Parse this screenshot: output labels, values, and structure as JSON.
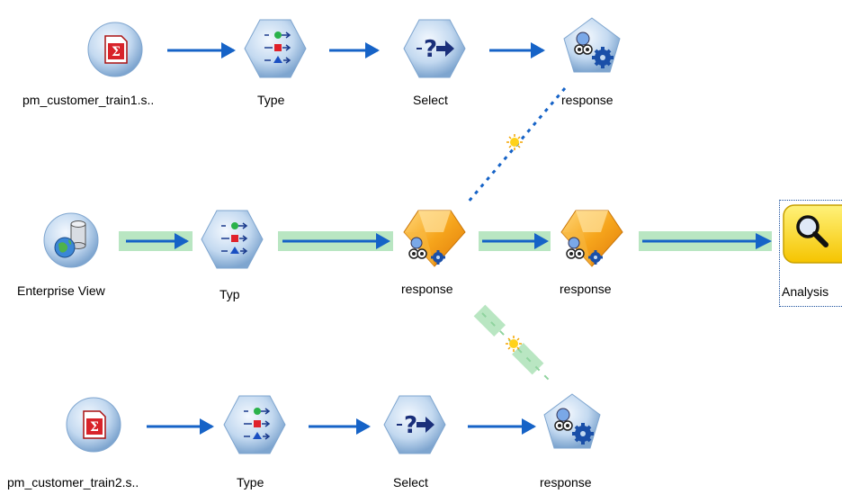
{
  "nodes": {
    "source1": {
      "label": "pm_customer_train1.s.."
    },
    "type1": {
      "label": "Type"
    },
    "select1": {
      "label": "Select"
    },
    "model1": {
      "label": "response"
    },
    "enterprise": {
      "label": "Enterprise View"
    },
    "type_mid": {
      "label": "Typ"
    },
    "nugget1": {
      "label": "response"
    },
    "nugget2": {
      "label": "response"
    },
    "analysis": {
      "label": "Analysis"
    },
    "source2": {
      "label": "pm_customer_train2.s.."
    },
    "type2": {
      "label": "Type"
    },
    "select2": {
      "label": "Select"
    },
    "model2": {
      "label": "response"
    }
  },
  "colors": {
    "arrow": "#1663c7",
    "stream_highlight": "#b9e6c2",
    "node_disc": "#b9d4ef",
    "nugget": "#f4a623",
    "analysis_bg": "#ffd500"
  }
}
